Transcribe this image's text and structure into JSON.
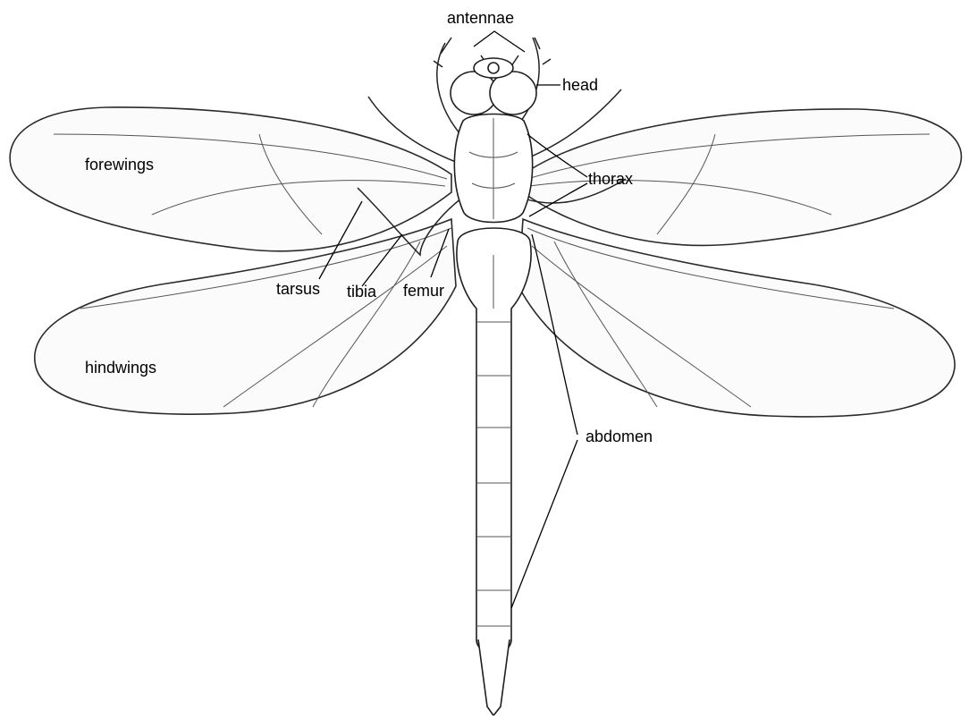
{
  "labels": {
    "antennae": "antennae",
    "head": "head",
    "thorax": "thorax",
    "forewings": "forewings",
    "hindwings": "hindwings",
    "tarsus": "tarsus",
    "tibia": "tibia",
    "femur": "femur",
    "abdomen": "abdomen"
  }
}
